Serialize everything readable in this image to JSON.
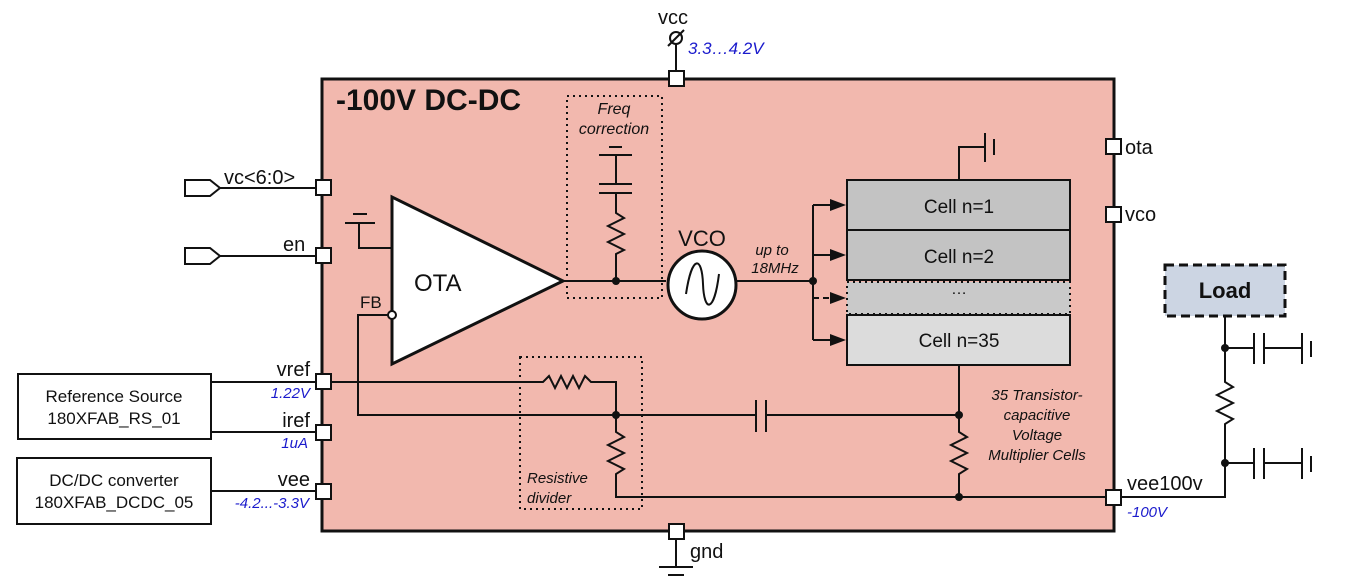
{
  "title": "-100V DC-DC",
  "colors": {
    "block_fill": "#f2b8ae",
    "cell_dark": "#c3c3c3",
    "cell_light": "#dcdcdc",
    "load_fill": "#ccd5e3",
    "annotation_blue": "#1a1acc"
  },
  "pins": {
    "vcc": {
      "label": "vcc",
      "value": "3.3…4.2V"
    },
    "vc": {
      "label": "vc<6:0>"
    },
    "en": {
      "label": "en"
    },
    "vref": {
      "label": "vref",
      "value": "1.22V"
    },
    "iref": {
      "label": "iref",
      "value": "1uA"
    },
    "vee": {
      "label": "vee",
      "value": "-4.2...-3.3V"
    },
    "ota": {
      "label": "ota"
    },
    "vco": {
      "label": "vco"
    },
    "vee100v": {
      "label": "vee100v",
      "value": "-100V"
    },
    "gnd": {
      "label": "gnd"
    }
  },
  "external_blocks": {
    "reference_source": {
      "line1": "Reference Source",
      "line2": "180XFAB_RS_01"
    },
    "dcdc_converter": {
      "line1": "DC/DC converter",
      "line2": "180XFAB_DCDC_05"
    },
    "load": {
      "label": "Load"
    }
  },
  "internal": {
    "ota_label": "OTA",
    "fb_label": "FB",
    "vco_label": "VCO",
    "freq_note_line1": "up to",
    "freq_note_line2": "18MHz",
    "freq_correction_line1": "Freq",
    "freq_correction_line2": "correction",
    "resistive_divider_line1": "Resistive",
    "resistive_divider_line2": "divider",
    "cells": [
      "Cell n=1",
      "Cell n=2",
      "…",
      "Cell n=35"
    ],
    "cells_caption": [
      "35 Transistor-",
      "capacitive",
      "Voltage",
      "Multiplier Cells"
    ]
  }
}
